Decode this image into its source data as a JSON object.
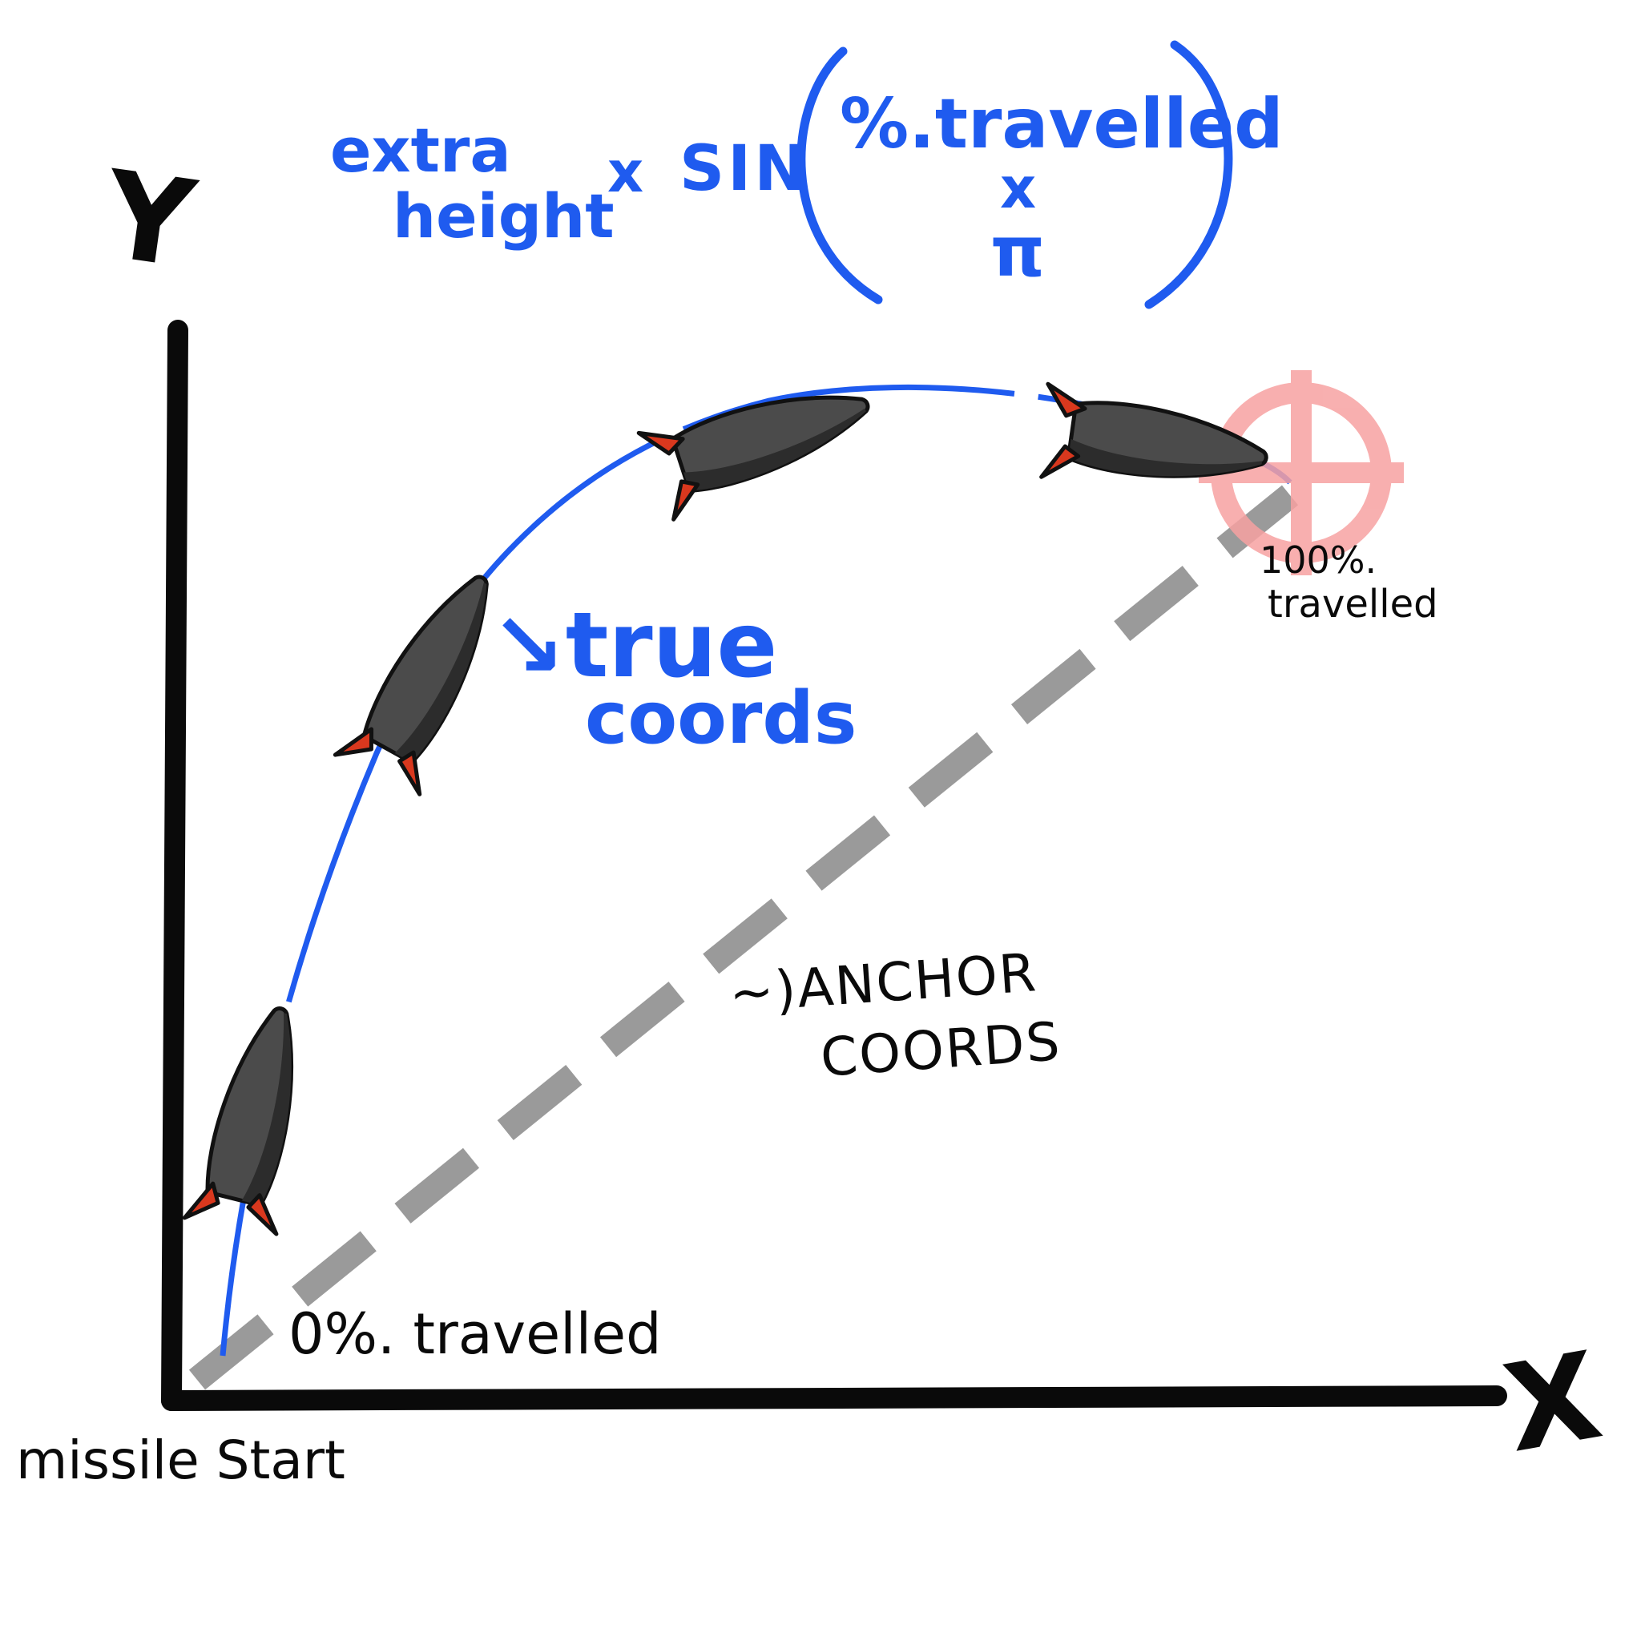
{
  "axes": {
    "y_label": "Y",
    "x_label": "X"
  },
  "formula": {
    "term_extra": "extra",
    "term_height": "height",
    "times": "x",
    "func": "SIN",
    "pct_travelled": "%.travelled",
    "inner_times": "x",
    "pi": "π"
  },
  "labels": {
    "true_line1": "↘true",
    "true_line2": "coords",
    "anchor_line1": "~)ANCHOR",
    "anchor_line2": "COORDS",
    "start_pct": "0%. travelled",
    "end_pct": "100%.",
    "end_travelled": "travelled",
    "missile_start": "missile Start"
  },
  "colors": {
    "true_path": "#1f5bef",
    "anchor_path": "#9a9a9a",
    "axes": "#0a0a0a",
    "target": "#f7a2a2",
    "missile_body": "#4b4b4b",
    "missile_fins": "#d9381e"
  },
  "icons": [
    "missile-icon",
    "target-crosshair-icon"
  ]
}
